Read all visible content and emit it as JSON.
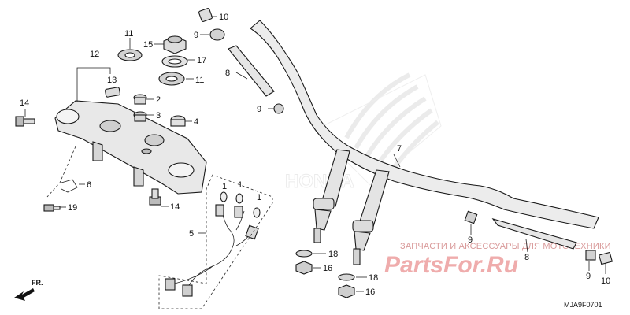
{
  "diagram": {
    "callouts": {
      "c10a": "10",
      "c9a": "9",
      "c11a": "11",
      "c15": "15",
      "c17": "17",
      "c11b": "11",
      "c8a": "8",
      "c9b": "9",
      "c12": "12",
      "c13": "13",
      "c2": "2",
      "c3": "3",
      "c4": "4",
      "c14a": "14",
      "c6": "6",
      "c19": "19",
      "c14b": "14",
      "c7": "7",
      "c1a": "1",
      "c1b": "1",
      "c1c": "1",
      "c5": "5",
      "c18a": "18",
      "c16a": "16",
      "c18b": "18",
      "c16b": "16",
      "c9c": "9",
      "c8b": "8",
      "c9d": "9",
      "c10b": "10"
    },
    "front_label": "FR.",
    "diagram_code": "MJA9F0701"
  },
  "watermark": {
    "brand": "HONDA",
    "tagline": "ЗАПЧАСТИ И АКСЕССУАРЫ ДЛЯ МОТОТЕХНИКИ",
    "site": "PartsFor.Ru"
  },
  "colors": {
    "line": "#1a1a1a",
    "part_fill": "#e9e9e9",
    "watermark": "#e26a6a"
  }
}
